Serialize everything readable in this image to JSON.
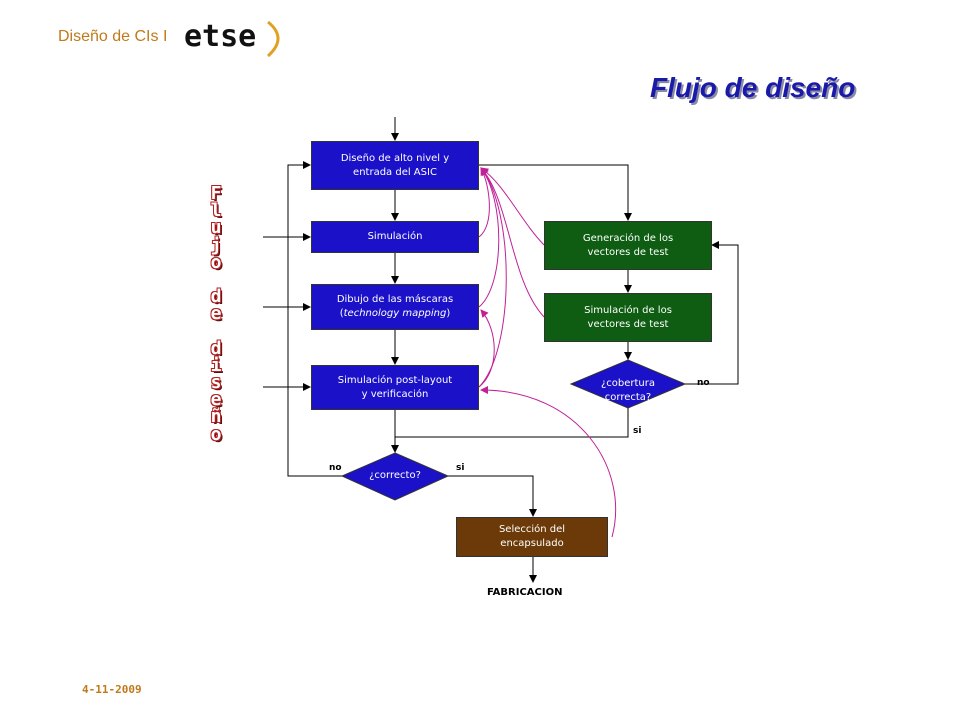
{
  "header": {
    "course": "Diseño de CIs I",
    "logo_text": "etse"
  },
  "title": "Flujo de diseño",
  "vertical_title": [
    "F",
    "l",
    "u",
    "j",
    "o",
    " ",
    "d",
    "e",
    " ",
    "d",
    "i",
    "s",
    "e",
    "ñ",
    "o"
  ],
  "footer": {
    "date": "4-11-2009"
  },
  "flow": {
    "design": {
      "line1": "Diseño de alto nivel y",
      "line2": "entrada del ASIC"
    },
    "simulation": {
      "label": "Simulación"
    },
    "masks": {
      "line1": "Dibujo de las máscaras",
      "line2_pre": "(",
      "line2_italic": "technology mapping",
      "line2_post": ")"
    },
    "postlayout": {
      "line1": "Simulación post-layout",
      "line2": "y verificación"
    },
    "correct": {
      "label": "¿correcto?",
      "no": "no",
      "si": "si"
    },
    "gen_vectors": {
      "line1": "Generación de los",
      "line2": "vectores de test"
    },
    "sim_vectors": {
      "line1": "Simulación de los",
      "line2": "vectores de test"
    },
    "coverage": {
      "line1": "¿cobertura",
      "line2": "correcta?",
      "no": "no",
      "si": "si"
    },
    "package": {
      "line1": "Selección del",
      "line2": "encapsulado"
    },
    "fabrication": "FABRICACION"
  },
  "colors": {
    "blue_box": "#1b11c8",
    "green_box": "#0e5d12",
    "brown_box": "#6b3a08",
    "feedback": "#c0209a",
    "title": "#1a1aa8",
    "accent": "#c07a1a"
  }
}
